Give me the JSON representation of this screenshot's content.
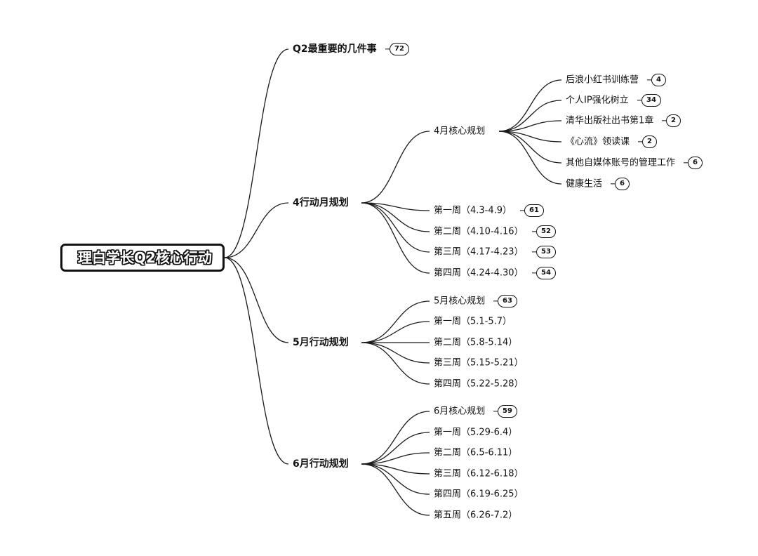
{
  "root": {
    "label": "理白学长Q2核心行动"
  },
  "branches": [
    {
      "label": "Q2最重要的几件事",
      "badge": "72",
      "children": []
    },
    {
      "label": "4行动月规划",
      "badge": "",
      "children": [
        {
          "label": "4月核心规划",
          "badge": "",
          "children": [
            {
              "label": "后浪小红书训练营",
              "badge": "4"
            },
            {
              "label": "个人IP强化树立",
              "badge": "34"
            },
            {
              "label": "清华出版社出书第1章",
              "badge": "2"
            },
            {
              "label": "《心流》领读课",
              "badge": "2"
            },
            {
              "label": "其他自媒体账号的管理工作",
              "badge": "6"
            },
            {
              "label": "健康生活",
              "badge": "6"
            }
          ]
        },
        {
          "label": "第一周（4.3-4.9）",
          "badge": "61"
        },
        {
          "label": "第二周（4.10-4.16）",
          "badge": "52"
        },
        {
          "label": "第三周（4.17-4.23）",
          "badge": "53"
        },
        {
          "label": "第四周（4.24-4.30）",
          "badge": "54"
        }
      ]
    },
    {
      "label": "5月行动规划",
      "badge": "",
      "children": [
        {
          "label": "5月核心规划",
          "badge": "63"
        },
        {
          "label": "第一周（5.1-5.7）",
          "badge": ""
        },
        {
          "label": "第二周（5.8-5.14）",
          "badge": ""
        },
        {
          "label": "第三周（5.15-5.21）",
          "badge": ""
        },
        {
          "label": "第四周（5.22-5.28）",
          "badge": ""
        }
      ]
    },
    {
      "label": "6月行动规划",
      "badge": "",
      "children": [
        {
          "label": "6月核心规划",
          "badge": "59"
        },
        {
          "label": "第一周（5.29-6.4）",
          "badge": ""
        },
        {
          "label": "第二周（6.5-6.11）",
          "badge": ""
        },
        {
          "label": "第三周（6.12-6.18）",
          "badge": ""
        },
        {
          "label": "第四周（6.19-6.25）",
          "badge": ""
        },
        {
          "label": "第五周（6.26-7.2）",
          "badge": ""
        }
      ]
    }
  ]
}
